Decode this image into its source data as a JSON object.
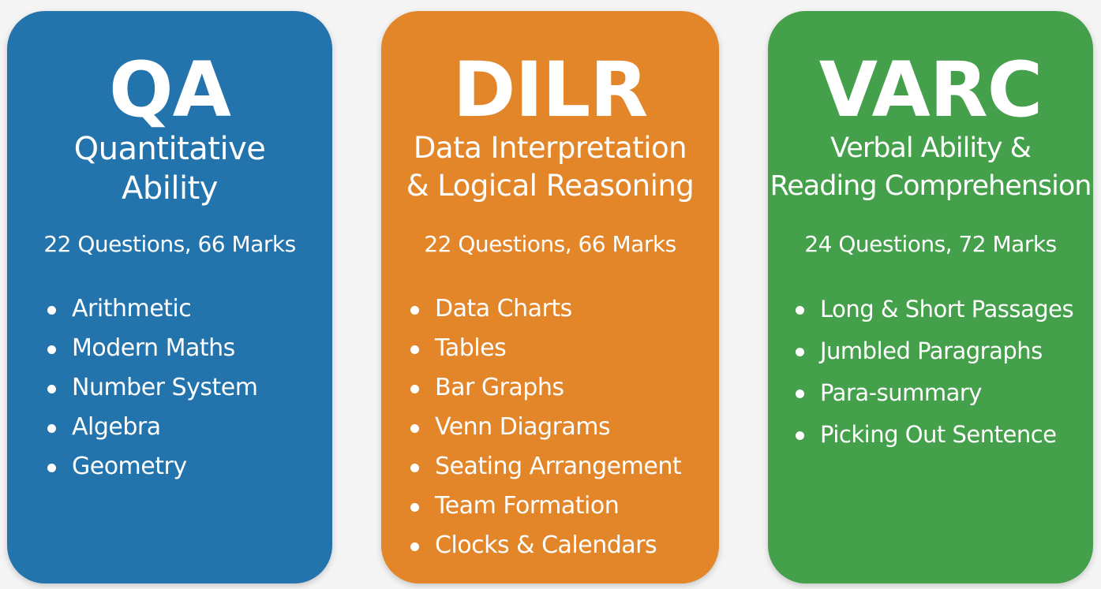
{
  "cards": [
    {
      "abbr": "QA",
      "name_line1": "Quantitative",
      "name_line2": "Ability",
      "counts": "22 Questions, 66 Marks",
      "color": "#2374ad",
      "topics": [
        "Arithmetic",
        "Modern Maths",
        "Number System",
        "Algebra",
        "Geometry"
      ]
    },
    {
      "abbr": "DILR",
      "name_line1": "Data Interpretation",
      "name_line2": "& Logical Reasoning",
      "counts": "22 Questions, 66 Marks",
      "color": "#e3862a",
      "topics": [
        "Data Charts",
        "Tables",
        "Bar Graphs",
        "Venn Diagrams",
        "Seating Arrangement",
        "Team Formation",
        "Clocks & Calendars"
      ]
    },
    {
      "abbr": "VARC",
      "name_line1": "Verbal Ability &",
      "name_line2": "Reading Comprehension",
      "counts": "24 Questions, 72 Marks",
      "color": "#44a04a",
      "topics": [
        "Long & Short Passages",
        "Jumbled Paragraphs",
        "Para-summary",
        "Picking Out Sentence"
      ]
    }
  ]
}
